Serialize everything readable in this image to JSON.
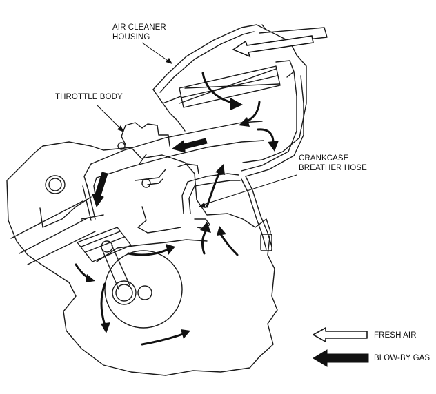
{
  "labels": {
    "air_cleaner_housing": [
      "AIR CLEANER",
      "HOUSING"
    ],
    "throttle_body": "THROTTLE BODY",
    "crankcase_breather_hose": [
      "CRANKCASE",
      "BREATHER HOSE"
    ]
  },
  "legend": {
    "fresh_air": "FRESH AIR",
    "blow_by_gas": "BLOW-BY GAS"
  },
  "colors": {
    "line": "#1a1a1a",
    "background": "#ffffff"
  }
}
